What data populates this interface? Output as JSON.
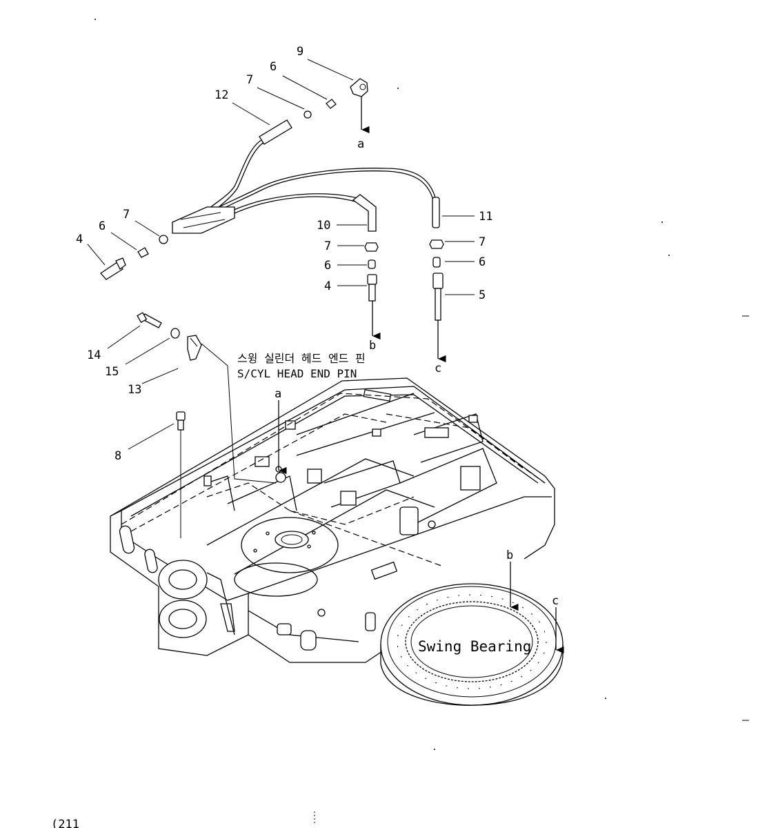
{
  "labels": {
    "p9": "9",
    "p6_top": "6",
    "p7_top": "7",
    "p12": "12",
    "p7_left": "7",
    "p6_left": "6",
    "p4_left": "4",
    "p10": "10",
    "p7_mid": "7",
    "p6_mid": "6",
    "p4_mid": "4",
    "p11": "11",
    "p7_right": "7",
    "p6_right": "6",
    "p5": "5",
    "p14": "14",
    "p15": "15",
    "p13": "13",
    "p8": "8"
  },
  "refs": {
    "a_top": "a",
    "b_mid": "b",
    "c_right": "c",
    "a_frame": "a",
    "b_bearing": "b",
    "c_bearing": "c"
  },
  "notes": {
    "korean": "스윙 실린더 헤드 엔드 핀",
    "english": "S/CYL HEAD END PIN",
    "bearing": "Swing Bearing",
    "page_ref": "(211"
  }
}
